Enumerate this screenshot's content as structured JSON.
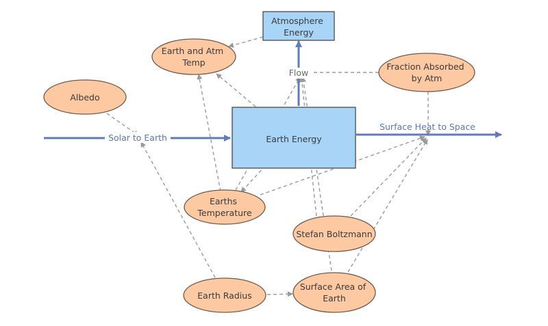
{
  "colors": {
    "stock_fill": "#a8d4f7",
    "stock_stroke": "#4a4a4a",
    "variable_fill": "#fdc9a3",
    "variable_stroke": "#6e5a4a",
    "flow_stroke": "#5f7cb9",
    "link_stroke": "#9a9a9a",
    "text": "#3a3a3a",
    "flow_text": "#5a76b0"
  },
  "stocks": {
    "atmosphere_energy": [
      "Atmosphere",
      "Energy"
    ],
    "earth_energy": [
      "Earth Energy"
    ]
  },
  "variables": {
    "earth_and_atm_temp": [
      "Earth and Atm",
      "Temp"
    ],
    "albedo": [
      "Albedo"
    ],
    "fraction_absorbed_by_atm": [
      "Fraction Absorbed",
      "by Atm"
    ],
    "earths_temperature": [
      "Earths",
      "Temperature"
    ],
    "stefan_boltzmann": [
      "Stefan Boltzmann"
    ],
    "earth_radius": [
      "Earth Radius"
    ],
    "surface_area_of_earth": [
      "Surface Area of",
      "Earth"
    ]
  },
  "flows": {
    "solar_to_earth": "Solar to Earth",
    "surface_heat_to_space": "Surface Heat to Space",
    "flow": "Flow"
  }
}
